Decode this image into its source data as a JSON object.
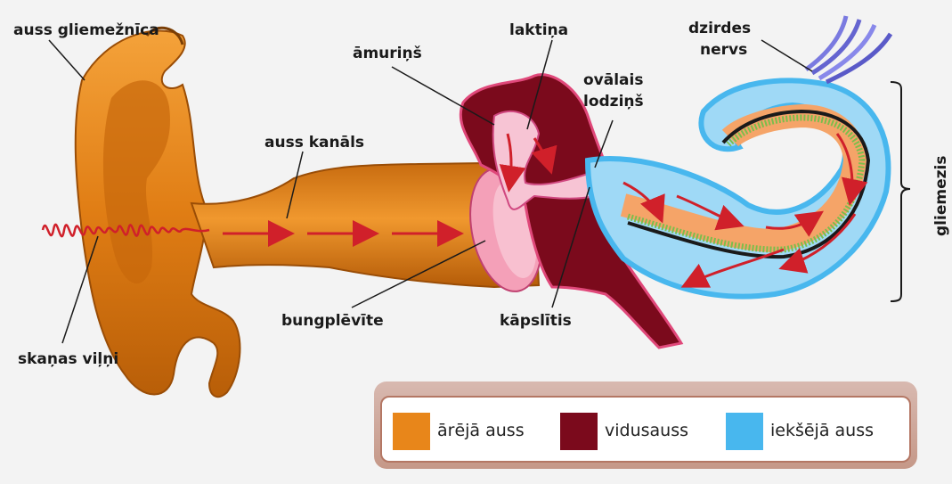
{
  "labels": {
    "auss_gliemeznica": "auss gliemežnīca",
    "auss_kanals": "auss kanāls",
    "amurins": "āmuriņš",
    "laktina": "laktiņa",
    "ovalais_line1": "ovālais",
    "ovalais_line2": "lodziņš",
    "dzirdes_line1": "dzirdes",
    "dzirdes_line2": "nervs",
    "gliemezis": "gliemezis",
    "bungplevite": "bungplēvīte",
    "kapslitis": "kāpslītis",
    "skanas_vilni": "skaņas viļņi"
  },
  "legend": [
    {
      "label": "ārējā auss",
      "color": "#e8861a"
    },
    {
      "label": "vidusauss",
      "color": "#7b0a1c"
    },
    {
      "label": "iekšējā auss",
      "color": "#48b7ee"
    }
  ],
  "colors": {
    "outer_ear": "#e8861a",
    "middle_ear": "#7b0a1c",
    "inner_ear": "#48b7ee",
    "arrows": "#d0202a"
  }
}
